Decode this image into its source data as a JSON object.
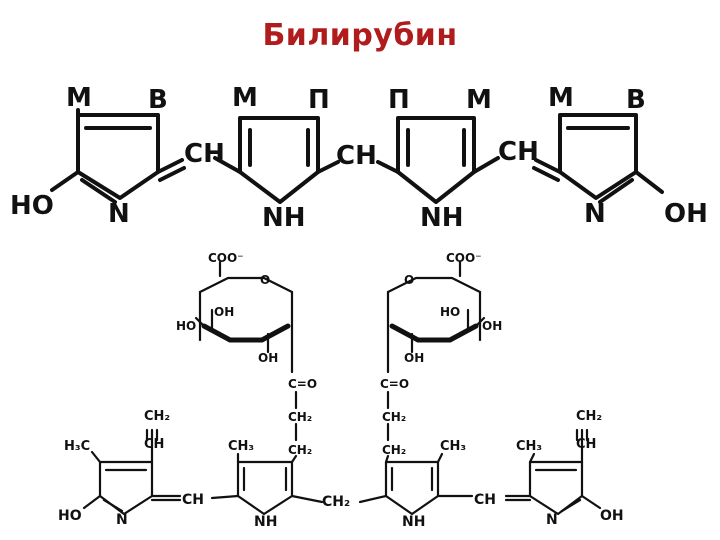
{
  "title": "Билирубин",
  "top_structure": {
    "sub_m": "М",
    "sub_v": "В",
    "sub_p": "П",
    "ch": "CH",
    "nh": "NH",
    "n": "N",
    "ho": "HO",
    "oh": "OH"
  },
  "glucuronide": {
    "coo": "COO⁻",
    "o": "O",
    "oh": "OH",
    "ho": "HO",
    "co": "C=O",
    "ch2": "CH₂"
  },
  "bottom_structure": {
    "h3c": "H₃C",
    "ch3": "CH₃",
    "ch2": "CH₂",
    "ch": "CH",
    "nh": "NH",
    "n": "N",
    "ho": "HO",
    "oh": "OH"
  }
}
